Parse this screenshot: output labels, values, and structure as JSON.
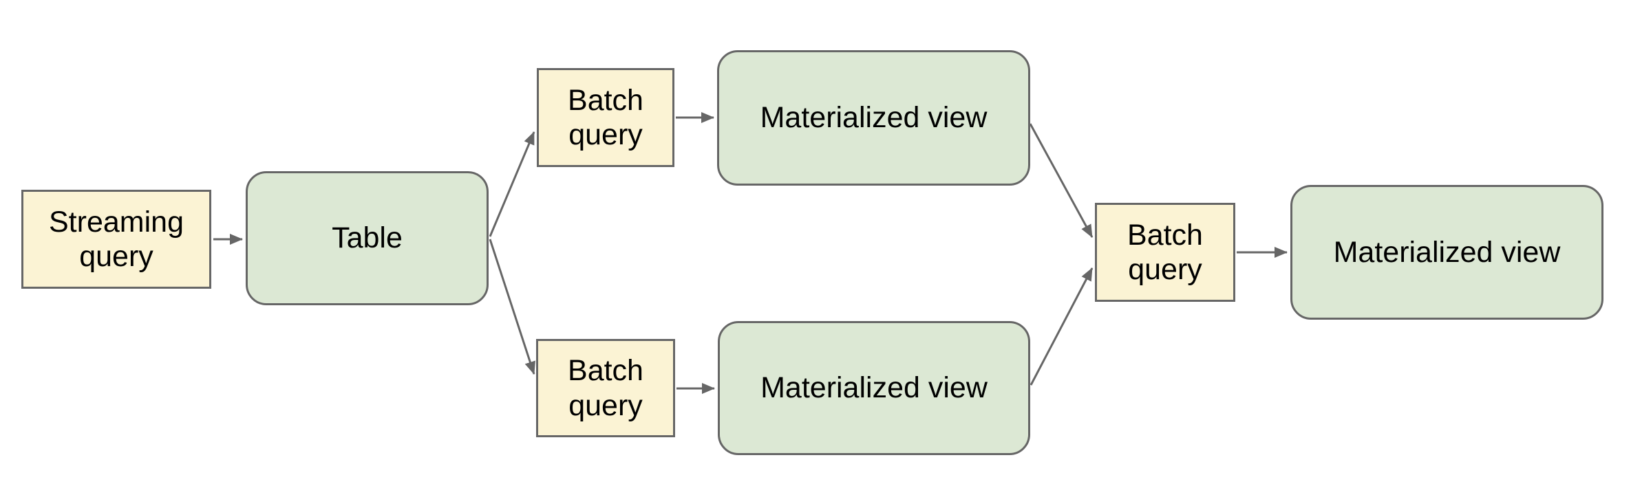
{
  "colors": {
    "background": "#ffffff",
    "query_fill": "#fbf3d4",
    "dataset_fill": "#dce8d4",
    "border": "#666666",
    "arrow": "#666666",
    "text": "#000000"
  },
  "diagram": {
    "type": "flowchart",
    "direction": "left-to-right",
    "nodes": [
      {
        "id": "streaming-query",
        "label": "Streaming query",
        "kind": "query"
      },
      {
        "id": "table",
        "label": "Table",
        "kind": "dataset"
      },
      {
        "id": "batch-query-top",
        "label": "Batch query",
        "kind": "query"
      },
      {
        "id": "materialized-view-top",
        "label": "Materialized view",
        "kind": "dataset"
      },
      {
        "id": "batch-query-bottom",
        "label": "Batch query",
        "kind": "query"
      },
      {
        "id": "materialized-view-bottom",
        "label": "Materialized view",
        "kind": "dataset"
      },
      {
        "id": "batch-query-final",
        "label": "Batch query",
        "kind": "query"
      },
      {
        "id": "materialized-view-final",
        "label": "Materialized view",
        "kind": "dataset"
      }
    ],
    "edges": [
      {
        "from": "streaming-query",
        "to": "table"
      },
      {
        "from": "table",
        "to": "batch-query-top"
      },
      {
        "from": "table",
        "to": "batch-query-bottom"
      },
      {
        "from": "batch-query-top",
        "to": "materialized-view-top"
      },
      {
        "from": "batch-query-bottom",
        "to": "materialized-view-bottom"
      },
      {
        "from": "materialized-view-top",
        "to": "batch-query-final"
      },
      {
        "from": "materialized-view-bottom",
        "to": "batch-query-final"
      },
      {
        "from": "batch-query-final",
        "to": "materialized-view-final"
      }
    ]
  }
}
